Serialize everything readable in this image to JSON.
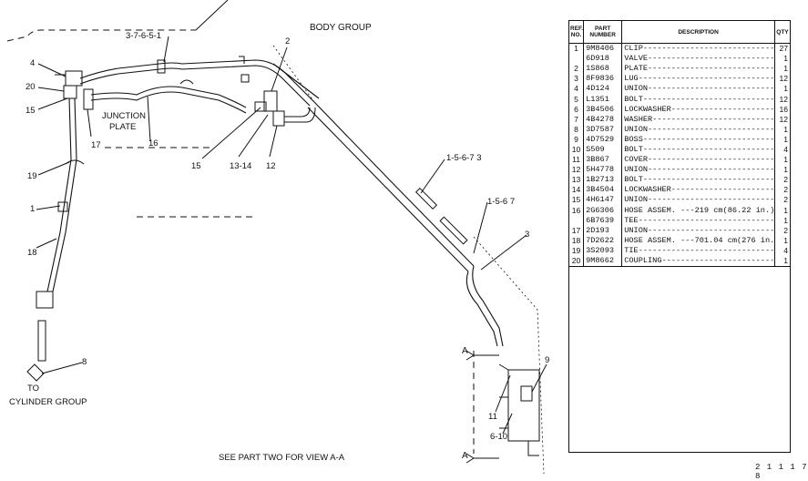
{
  "diagram": {
    "group_title": "BODY GROUP",
    "junction_plate_line1": "JUNCTION",
    "junction_plate_line2": "PLATE",
    "cylinder_line1": "TO",
    "cylinder_line2": "CYLINDER GROUP",
    "see_part_two": "SEE PART TWO FOR VIEW A-A",
    "view_marker_top": "A",
    "view_marker_bottom": "A",
    "callouts": {
      "c_3_7_6_5_1": "3-7-6-5-1",
      "c_2": "2",
      "c_4": "4",
      "c_20": "20",
      "c_15_left": "15",
      "c_17": "17",
      "c_16": "16",
      "c_19": "19",
      "c_1": "1",
      "c_18": "18",
      "c_8": "8",
      "c_15_mid": "15",
      "c_13_14": "13-14",
      "c_12": "12",
      "c_1_5_6_7_3": "1-5-6-7 3",
      "c_1_5_6_7": "1-5-6 7",
      "c_3": "3",
      "c_9": "9",
      "c_11": "11",
      "c_6_10": "6-10"
    }
  },
  "table": {
    "headers": {
      "ref": "REF. NO.",
      "part": "PART NUMBER",
      "desc": "DESCRIPTION",
      "qty": "QTY"
    },
    "rows": [
      {
        "ref": "1",
        "part": "9M8406",
        "desc": "CLIP----------------------------",
        "qty": "27"
      },
      {
        "ref": "",
        "part": "6D918",
        "desc": "VALVE---------------------------",
        "qty": "1"
      },
      {
        "ref": "2",
        "part": "1S868",
        "desc": "PLATE---------------------------",
        "qty": "1"
      },
      {
        "ref": "3",
        "part": "8F9836",
        "desc": "LUG-----------------------------",
        "qty": "12"
      },
      {
        "ref": "4",
        "part": "4D124",
        "desc": "UNION---------------------------",
        "qty": "1"
      },
      {
        "ref": "5",
        "part": "L1351",
        "desc": "BOLT----------------------------",
        "qty": "12"
      },
      {
        "ref": "6",
        "part": "3B4506",
        "desc": "LOCKWASHER----------------------",
        "qty": "16"
      },
      {
        "ref": "7",
        "part": "4B4278",
        "desc": "WASHER--------------------------",
        "qty": "12"
      },
      {
        "ref": "8",
        "part": "3D7587",
        "desc": "UNION---------------------------",
        "qty": "1"
      },
      {
        "ref": "9",
        "part": "4D7529",
        "desc": "BOSS----------------------------",
        "qty": "1"
      },
      {
        "ref": "10",
        "part": "S509",
        "desc": "BOLT----------------------------",
        "qty": "4"
      },
      {
        "ref": "11",
        "part": "3B867",
        "desc": "COVER---------------------------",
        "qty": "1"
      },
      {
        "ref": "12",
        "part": "5H4778",
        "desc": "UNION---------------------------",
        "qty": "1"
      },
      {
        "ref": "13",
        "part": "1B2713",
        "desc": "BOLT----------------------------",
        "qty": "2"
      },
      {
        "ref": "14",
        "part": "3B4504",
        "desc": "LOCKWASHER----------------------",
        "qty": "2"
      },
      {
        "ref": "15",
        "part": "4H6147",
        "desc": "UNION---------------------------",
        "qty": "2"
      },
      {
        "ref": "16",
        "part": "2G6306",
        "desc": "HOSE ASSEM. ---219 cm(86.22 in.)",
        "qty": "1"
      },
      {
        "ref": "",
        "part": "6B7639",
        "desc": "TEE-----------------------------",
        "qty": "1"
      },
      {
        "ref": "17",
        "part": "2D193",
        "desc": "UNION---------------------------",
        "qty": "2"
      },
      {
        "ref": "18",
        "part": "7D2622",
        "desc": "HOSE ASSEM. ---701.04 cm(276 in.)",
        "qty": "1"
      },
      {
        "ref": "19",
        "part": "3S2093",
        "desc": "TIE-----------------------------",
        "qty": "4"
      },
      {
        "ref": "20",
        "part": "9M8662",
        "desc": "COUPLING------------------------",
        "qty": "1"
      }
    ]
  },
  "figure_number": "2 1 1 1 7 8"
}
